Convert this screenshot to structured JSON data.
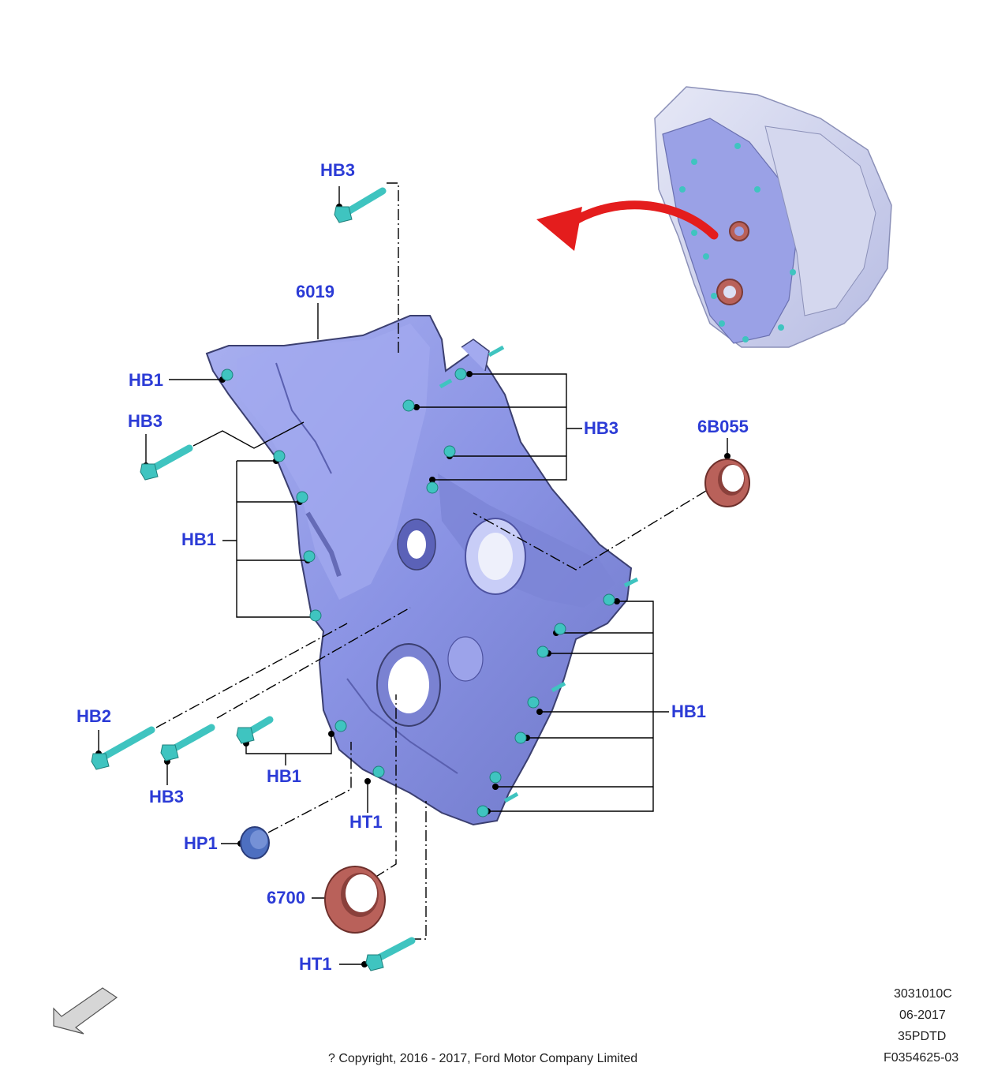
{
  "callouts": {
    "hb3_top": "HB3",
    "cover_6019": "6019",
    "hb1_upper": "HB1",
    "hb3_left": "HB3",
    "hb1_left_group": "HB1",
    "hb3_right_group": "HB3",
    "seal_6b055": "6B055",
    "hb1_right_group": "HB1",
    "hb2": "HB2",
    "hb3_bottom": "HB3",
    "hb1_bottom": "HB1",
    "ht1_mid": "HT1",
    "hp1": "HP1",
    "seal_6700": "6700",
    "ht1_bottom": "HT1"
  },
  "meta": {
    "code": "3031010C",
    "date": "06-2017",
    "engine_code": "35PDTD",
    "figure_id": "F0354625-03"
  },
  "copyright": "? Copyright, 2016 - 2017, Ford Motor Company Limited",
  "colors": {
    "label_blue": "#2b3bd6",
    "cover_blue": "#8e97e8",
    "bolt_teal": "#3fc4c0",
    "seal_brown": "#b9615a",
    "arrow_red": "#e41d1d"
  }
}
